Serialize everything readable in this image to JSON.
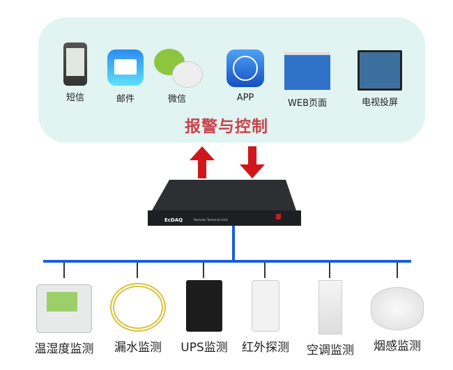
{
  "channels": [
    {
      "label": "短信",
      "icon": "sms-phone-icon"
    },
    {
      "label": "邮件",
      "icon": "mail-icon"
    },
    {
      "label": "微信",
      "icon": "wechat-icon"
    },
    {
      "label": "APP",
      "icon": "app-store-icon"
    },
    {
      "label": "WEB页面",
      "icon": "web-page-icon"
    },
    {
      "label": "电视投屏",
      "icon": "tv-screen-icon"
    }
  ],
  "panel_title": "报警与控制",
  "device": {
    "brand": "EcDAQ",
    "model": "Remote Terminal Unit"
  },
  "sensors": [
    {
      "label": "温湿度监测"
    },
    {
      "label": "漏水监测"
    },
    {
      "label": "UPS监测"
    },
    {
      "label": "红外探测"
    },
    {
      "label": "空调监测"
    },
    {
      "label": "烟感监测"
    }
  ],
  "colors": {
    "panel": "#e1f4f2",
    "title": "#c8434b",
    "arrow": "#d0161c",
    "bus": "#1a5ed8"
  }
}
